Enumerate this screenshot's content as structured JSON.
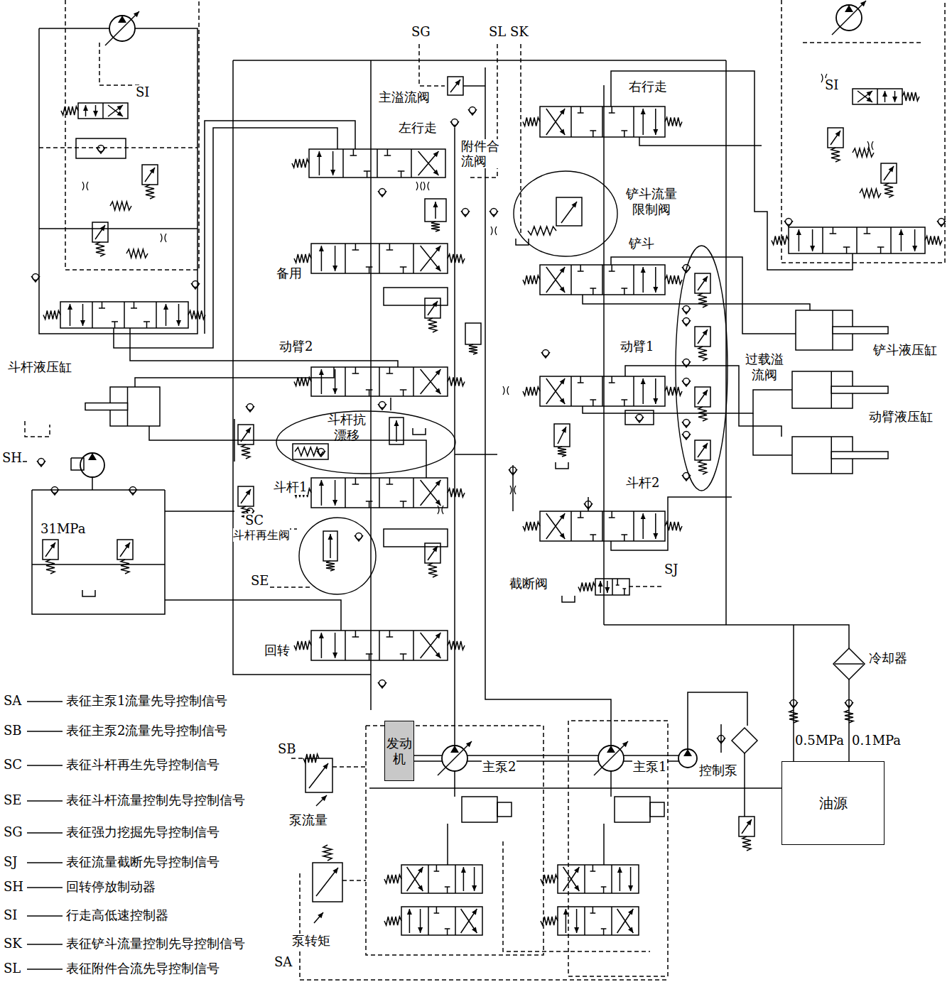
{
  "diagram": {
    "nodes": [
      {
        "text": [
          "铲斗流量限制阀"
        ]
      },
      {
        "text": [
          "过载溢流阀"
        ]
      },
      {
        "text": [
          "斗杆抗漂移"
        ]
      },
      {
        "text": [
          "斗杆再生阀"
        ]
      },
      {
        "text": [
          "发动机"
        ]
      },
      {
        "text": [
          "油源"
        ]
      }
    ],
    "labels": [
      "SG",
      "SL",
      "SK",
      "主溢流阀",
      "右行走",
      "左行走",
      "附件合流阀",
      "铲斗",
      "备用",
      "动臂2",
      "动臂1",
      "铲斗液压缸",
      "斗杆液压缸",
      "动臂液压缸",
      "SI",
      "SI",
      "SH",
      "31MPa",
      "斗杆1",
      "SC",
      "斗杆2",
      "SE",
      "截断阀",
      "SJ",
      "回转",
      "冷却器",
      "0.5MPa",
      "0.1MPa",
      "主泵2",
      "主泵1",
      "控制泵",
      "SB",
      "泵流量",
      "泵转矩",
      "SA",
      "SA",
      "表征主泵1流量先导控制信号",
      "SB",
      "表征主泵2流量先导控制信号",
      "SC",
      "表征斗杆再生先导控制信号",
      "SE",
      "表征斗杆流量控制先导控制信号",
      "SG",
      "表征强力挖掘先导控制信号",
      "SJ",
      "表征流量截断先导控制信号",
      "SH",
      "回转停放制动器",
      "SI",
      "行走高低速控制器",
      "SK",
      "表征铲斗流量控制先导控制信号",
      "SL",
      "表征附件合流先导控制信号"
    ]
  }
}
